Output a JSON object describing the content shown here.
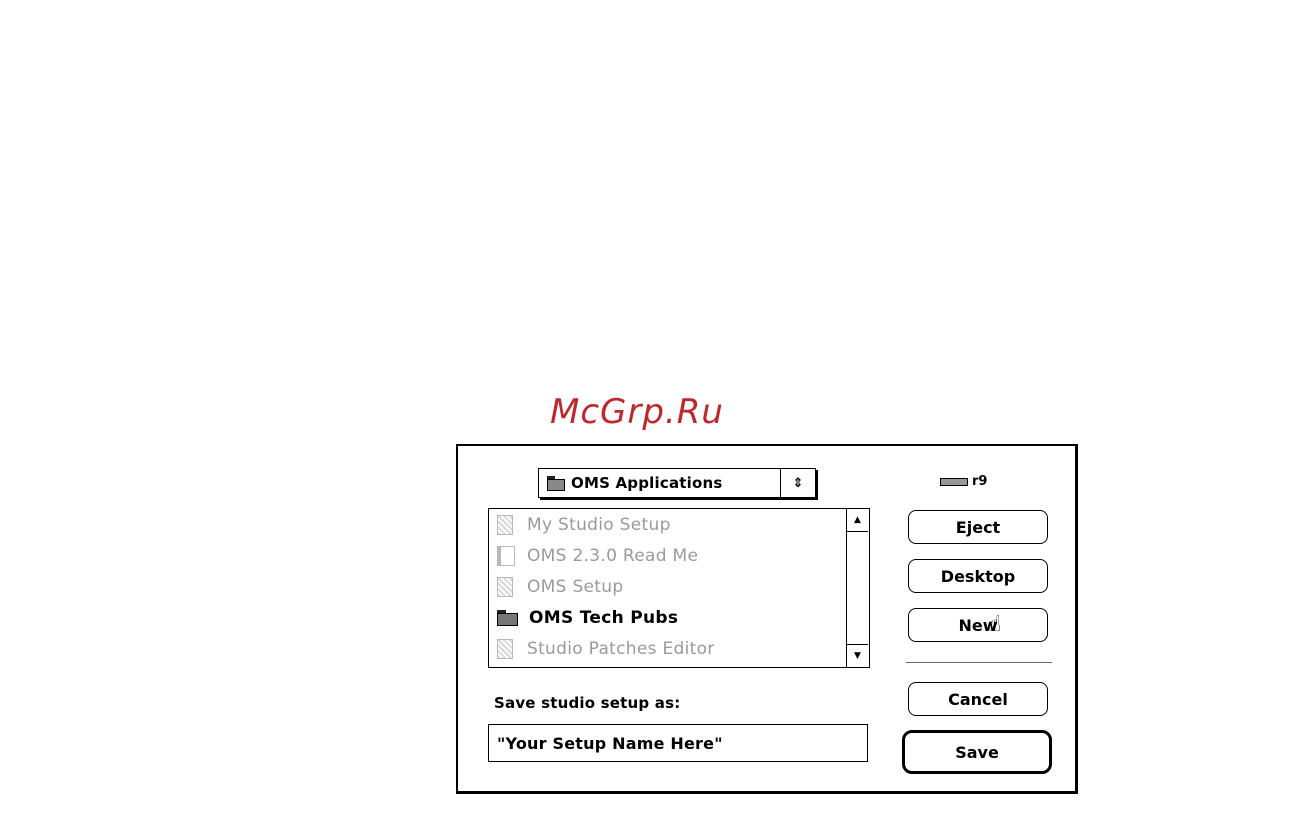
{
  "watermark": {
    "text": "McGrp.Ru",
    "color": "#c0272d"
  },
  "dialog": {
    "folder_popup": {
      "icon": "folder-icon",
      "label": "OMS Applications",
      "arrow": "⇕"
    },
    "disk": {
      "icon": "disk-icon",
      "label": "r9"
    },
    "file_list": {
      "items": [
        {
          "label": "My Studio Setup",
          "icon": "document-icon",
          "enabled": false
        },
        {
          "label": "OMS 2.3.0 Read Me",
          "icon": "book-icon",
          "enabled": false
        },
        {
          "label": "OMS Setup",
          "icon": "document-icon",
          "enabled": false
        },
        {
          "label": "OMS Tech Pubs",
          "icon": "folder-icon",
          "enabled": true
        },
        {
          "label": "Studio Patches Editor",
          "icon": "document-icon",
          "enabled": false
        }
      ],
      "scroll_up": "▲",
      "scroll_down": "▼"
    },
    "prompt_label": "Save studio setup as:",
    "name_field_value": "\"Your Setup Name Here\"",
    "buttons": {
      "eject": "Eject",
      "desktop": "Desktop",
      "new": "New",
      "cancel": "Cancel",
      "save": "Save"
    },
    "cursor": {
      "icon": "pointing-hand-icon",
      "glyph": "☝"
    }
  }
}
